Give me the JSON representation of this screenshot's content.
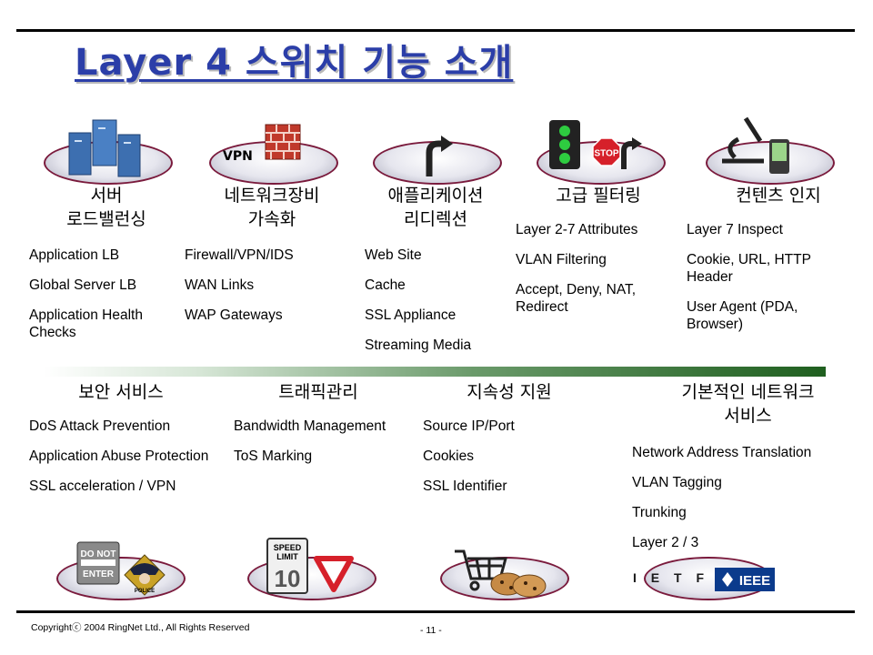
{
  "title": "Layer 4 스위치 기능 소개",
  "top_sections": [
    {
      "heading": [
        "서버",
        "로드밸런싱"
      ],
      "items": [
        "Application LB",
        "Global Server LB",
        "Application Health Checks"
      ]
    },
    {
      "heading": [
        "네트워크장비",
        "가속화"
      ],
      "badge": "VPN",
      "items": [
        "Firewall/VPN/IDS",
        "WAN Links",
        "WAP Gateways"
      ]
    },
    {
      "heading": [
        "애플리케이션",
        "리디렉션"
      ],
      "items": [
        "Web Site",
        "Cache",
        "SSL Appliance",
        "Streaming Media"
      ]
    },
    {
      "heading": [
        "고급 필터링"
      ],
      "items": [
        "Layer 2-7 Attributes",
        "VLAN Filtering",
        "Accept, Deny, NAT, Redirect"
      ]
    },
    {
      "heading": [
        "컨텐츠 인지"
      ],
      "items": [
        "Layer 7 Inspect",
        "Cookie, URL, HTTP Header",
        "User Agent (PDA, Browser)"
      ]
    }
  ],
  "bottom_sections": [
    {
      "heading": [
        "보안 서비스"
      ],
      "items": [
        "DoS Attack Prevention",
        "Application Abuse Protection",
        "SSL acceleration / VPN"
      ]
    },
    {
      "heading": [
        "트래픽관리"
      ],
      "items": [
        "Bandwidth Management",
        "ToS Marking"
      ]
    },
    {
      "heading": [
        "지속성 지원"
      ],
      "items": [
        "Source IP/Port",
        "Cookies",
        "SSL Identifier"
      ]
    },
    {
      "heading": [
        "기본적인 네트워크",
        "서비스"
      ],
      "items": [
        "Network Address Translation",
        "VLAN Tagging",
        "Trunking",
        "Layer 2 / 3"
      ]
    }
  ],
  "icon_labels": {
    "do_not_enter": [
      "DO NOT",
      "ENTER"
    ],
    "police": "POLICE",
    "speed_limit": [
      "SPEED",
      "LIMIT",
      "10"
    ],
    "stop": "STOP",
    "ietf": "I E T F",
    "ieee": "IEEE"
  },
  "footer": {
    "copyright": "Copyrightⓒ 2004 RingNet Ltd., All Rights Reserved",
    "page": "- 11 -"
  }
}
